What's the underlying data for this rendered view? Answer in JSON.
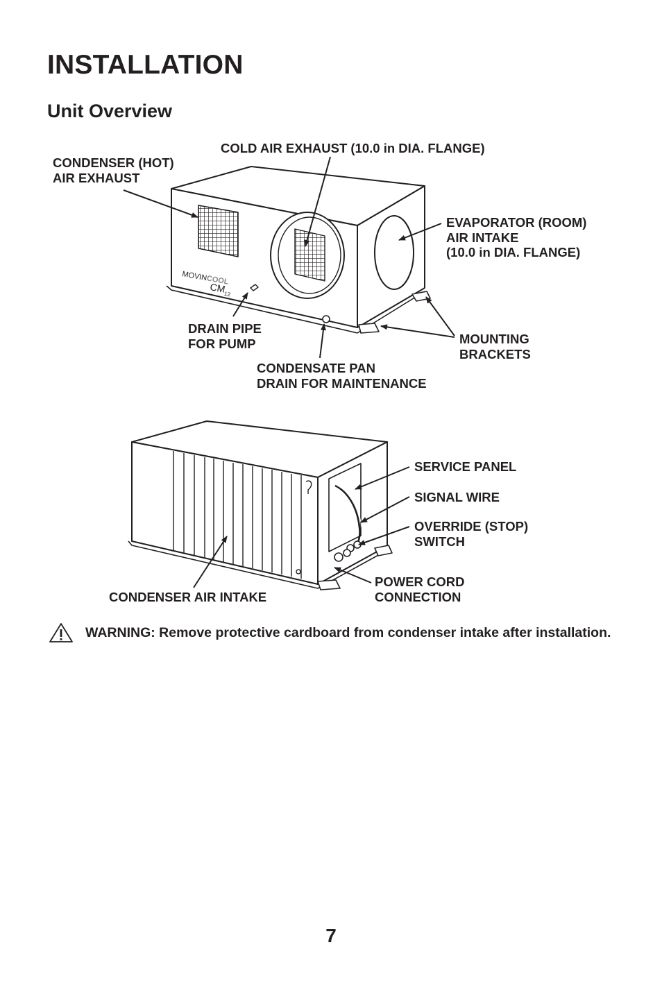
{
  "header": {
    "title": "INSTALLATION",
    "subtitle": "Unit Overview"
  },
  "figure_top": {
    "brand_logo_text": "MOVINCOOL",
    "model_logo_text": "CM12",
    "labels": {
      "condenser_exhaust": [
        "CONDENSER (HOT)",
        "AIR EXHAUST"
      ],
      "cold_air_exhaust": [
        "COLD AIR EXHAUST (10.0 in DIA. FLANGE)"
      ],
      "evaporator_intake": [
        "EVAPORATOR (ROOM)",
        "AIR INTAKE",
        "(10.0 in DIA. FLANGE)"
      ],
      "drain_pipe": [
        "DRAIN PIPE",
        "FOR PUMP"
      ],
      "mounting_brackets": [
        "MOUNTING",
        "BRACKETS"
      ],
      "condensate_pan": [
        "CONDENSATE PAN",
        "DRAIN FOR MAINTENANCE"
      ]
    }
  },
  "figure_bottom": {
    "labels": {
      "service_panel": [
        "SERVICE PANEL"
      ],
      "signal_wire": [
        "SIGNAL WIRE"
      ],
      "override_switch": [
        "OVERRIDE (STOP)",
        "SWITCH"
      ],
      "power_cord": [
        "POWER CORD",
        "CONNECTION"
      ],
      "condenser_intake": [
        "CONDENSER AIR INTAKE"
      ]
    }
  },
  "warning": {
    "icon": "warning-triangle-icon",
    "text": "WARNING: Remove protective cardboard from condenser intake after installation."
  },
  "footer": {
    "page_number": "7"
  }
}
